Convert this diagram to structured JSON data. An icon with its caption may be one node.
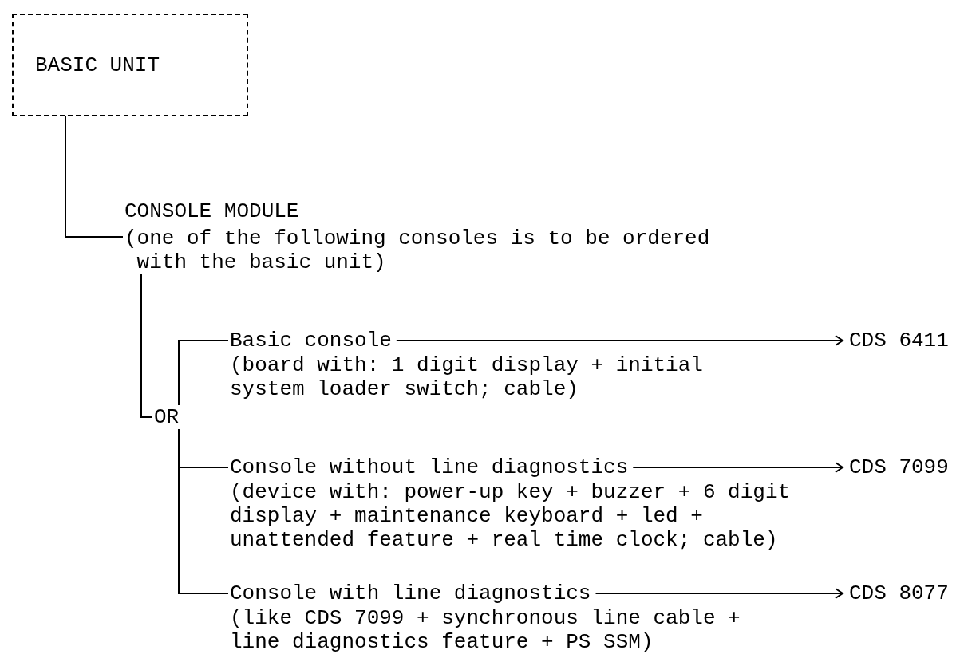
{
  "diagram": {
    "nodes": [
      {
        "text": [
          "BASIC UNIT"
        ]
      },
      {
        "text": [
          "CONSOLE MODULE",
          "(one of the following consoles is to be ordered with the basic unit)"
        ]
      },
      {
        "text": [
          "OR"
        ]
      },
      {
        "text": [
          "Basic console"
        ],
        "beside": [
          "(board with: 1 digit display + initial system loader switch; cable)"
        ]
      },
      {
        "text": [
          "CDS 6411"
        ]
      },
      {
        "text": [
          "Console without line diagnostics"
        ],
        "beside": [
          "(device with: power-up key + buzzer + 6 digit display + maintenance keyboard + led + unattended feature + real time clock; cable)"
        ]
      },
      {
        "text": [
          "CDS 7099"
        ]
      },
      {
        "text": [
          "Console with line diagnostics"
        ],
        "beside": [
          "(like CDS 7099 + synchronous line cable + line diagnostics feature + PS SSM)"
        ]
      },
      {
        "text": [
          "CDS 8077"
        ]
      }
    ],
    "edges": [
      {
        "from": 0,
        "to": 1,
        "arrow": "none"
      },
      {
        "from": 1,
        "to": 2,
        "arrow": "none"
      },
      {
        "from": 2,
        "to": 3,
        "arrow": "none"
      },
      {
        "from": 2,
        "to": 5,
        "arrow": "none"
      },
      {
        "from": 2,
        "to": 7,
        "arrow": "none"
      },
      {
        "from": 3,
        "to": 4,
        "arrow": "to"
      },
      {
        "from": 5,
        "to": 6,
        "arrow": "to"
      },
      {
        "from": 7,
        "to": 8,
        "arrow": "to"
      }
    ]
  }
}
